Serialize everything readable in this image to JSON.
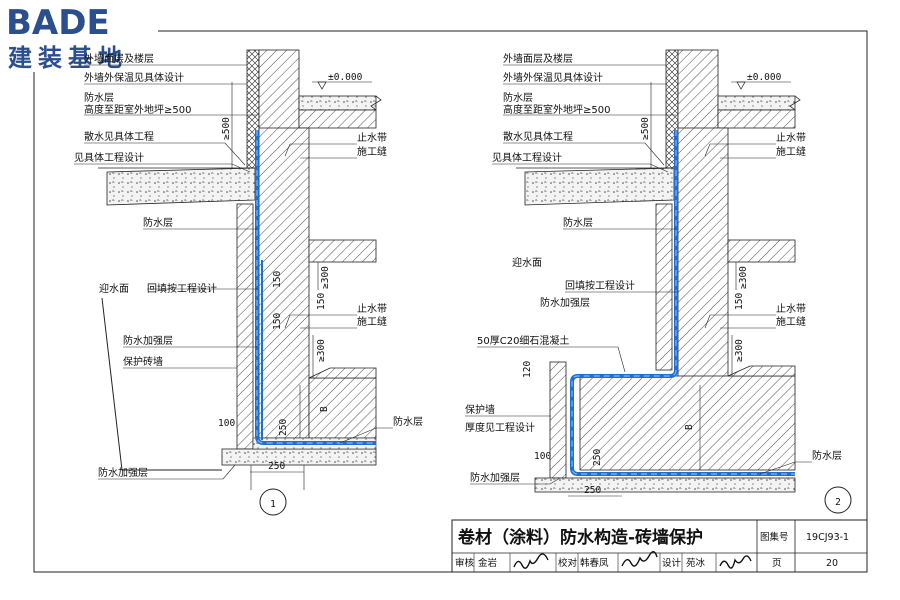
{
  "logo": {
    "text": "BADE",
    "subtitle": "建装基地",
    "color": "#2b4e8c"
  },
  "colors": {
    "membrane": "#1f6fd1",
    "membrane_light": "#7fb8ff",
    "ink": "#111111"
  },
  "left": {
    "finish": "外墙面层及楼层",
    "insulation": "外墙外保温见具体设计",
    "waterproof": "防水层",
    "height_note": "高度至距室外地坪≥500",
    "apron": "散水见具体工程",
    "specific": "见具体工程设计",
    "level": "±0.000",
    "dim_500": "≥500",
    "waterstop": "止水带",
    "joint": "施工缝",
    "waterproof2": "防水层",
    "water_face": "迎水面",
    "backfill": "回填按工程设计",
    "dim_300a": "≥300",
    "dim_150a": "150",
    "dim_150b": "150",
    "waterstop2": "止水带",
    "joint2": "施工缝",
    "dim_150c": "150",
    "dim_300b": "≥300",
    "reinforce": "防水加强层",
    "protect_brick": "保护砖墙",
    "dim_100": "100",
    "dim_250v": "250",
    "dim_B": "B",
    "waterproof3": "防水层",
    "reinforce2": "防水加强层",
    "dim_250h": "250",
    "number": "1"
  },
  "right": {
    "finish": "外墙面层及楼层",
    "insulation": "外墙外保温见具体设计",
    "waterproof": "防水层",
    "height_note": "高度至距室外地坪≥500",
    "apron": "散水见具体工程",
    "specific": "见具体工程设计",
    "level": "±0.000",
    "dim_500": "≥500",
    "waterstop": "止水带",
    "joint": "施工缝",
    "waterproof2": "防水层",
    "water_face": "迎水面",
    "backfill": "回填按工程设计",
    "reinforce": "防水加强层",
    "dim_300a": "≥300",
    "dim_150a": "150",
    "waterstop2": "止水带",
    "joint2": "施工缝",
    "concrete": "50厚C20细石混凝土",
    "dim_300b": "≥300",
    "dim_120": "120",
    "protect_wall": "保护墙",
    "protect_wall2": "厚度见工程设计",
    "dim_100": "100",
    "dim_250v": "250",
    "dim_B": "B",
    "waterproof3": "防水层",
    "reinforce2": "防水加强层",
    "dim_250h": "250",
    "number": "2"
  },
  "titleblock": {
    "title": "卷材（涂料）防水构造-砖墙保护",
    "atlas_label": "图集号",
    "atlas_no": "19CJ93-1",
    "page_label": "页",
    "page_no": "20",
    "review": "审核",
    "reviewer": "金岩",
    "check": "校对",
    "checker": "韩春凤",
    "design": "设计",
    "designer": "苑冰"
  }
}
